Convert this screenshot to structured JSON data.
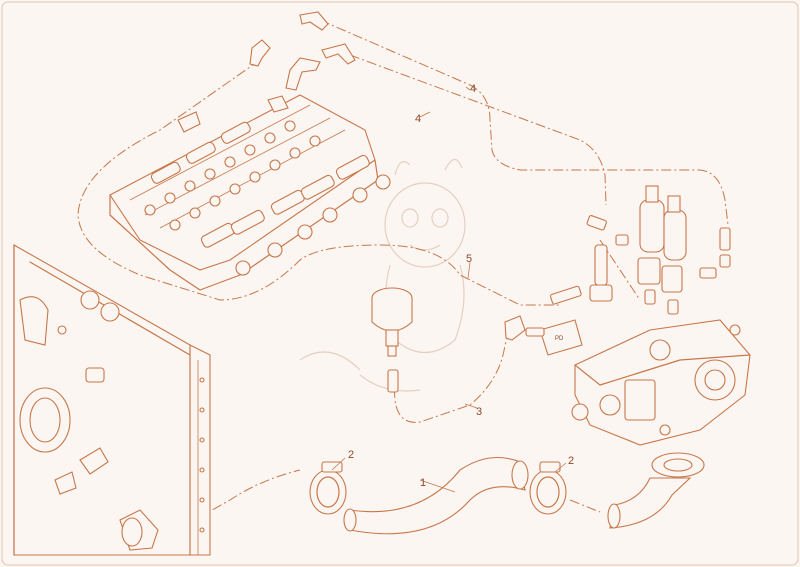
{
  "diagram": {
    "palette": {
      "line": "#c8774a",
      "text": "#8a4a2a",
      "background": "#fbf6f2",
      "watermark": "#e6cfc2"
    },
    "callouts": [
      {
        "id": "c1",
        "text": "1"
      },
      {
        "id": "c2a",
        "text": "2"
      },
      {
        "id": "c2b",
        "text": "2"
      },
      {
        "id": "c3",
        "text": "3"
      },
      {
        "id": "c4a",
        "text": "4"
      },
      {
        "id": "c4b",
        "text": "4"
      },
      {
        "id": "c5",
        "text": "5"
      }
    ],
    "tag_label": "PD"
  }
}
